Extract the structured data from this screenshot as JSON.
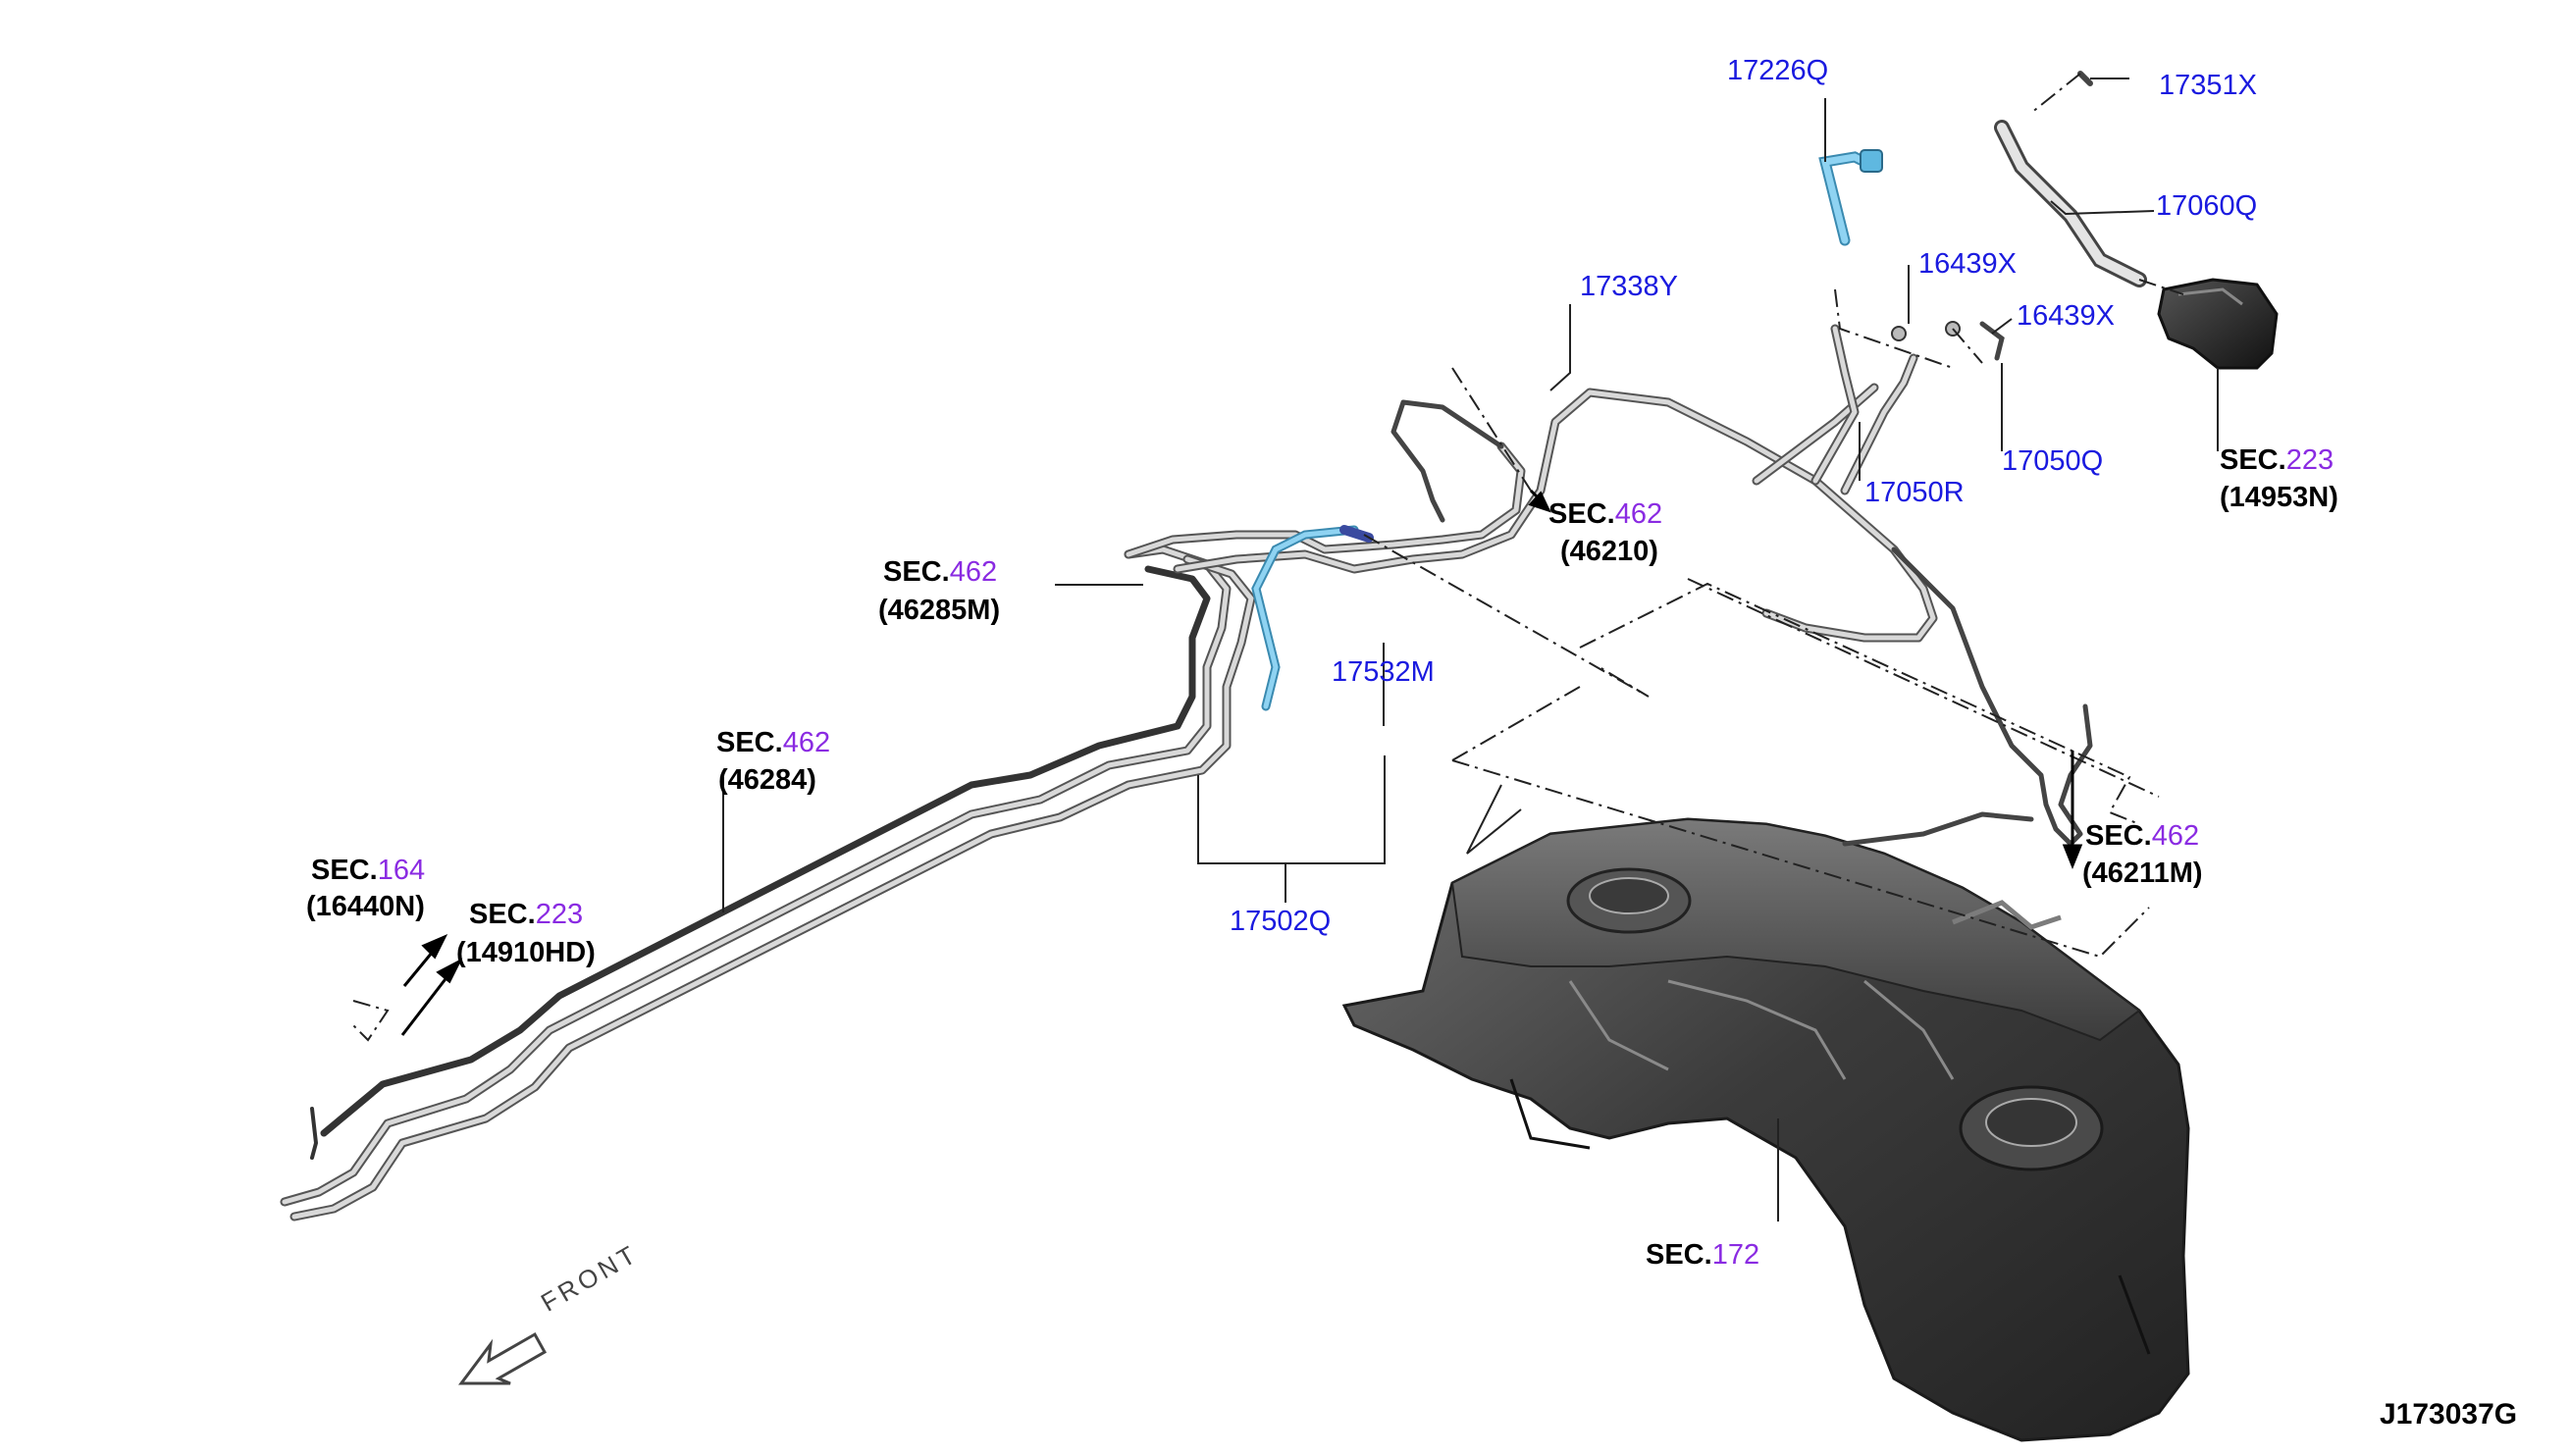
{
  "diagram_code": "J173037G",
  "front_label": "FRONT",
  "sec_prefix": "SEC.",
  "part_labels": {
    "p17226Q": "17226Q",
    "p17351X": "17351X",
    "p17060Q": "17060Q",
    "p16439X_a": "16439X",
    "p16439X_b": "16439X",
    "p17338Y": "17338Y",
    "p17050R": "17050R",
    "p17050Q": "17050Q",
    "p17532M": "17532M",
    "p17502Q": "17502Q"
  },
  "section_refs": {
    "s223_top": {
      "num": "223",
      "ref": "(14953N)"
    },
    "s462_46210": {
      "num": "462",
      "ref": "(46210)"
    },
    "s462_46285M": {
      "num": "462",
      "ref": "(46285M)"
    },
    "s462_46211M": {
      "num": "462",
      "ref": "(46211M)"
    },
    "s462_46284": {
      "num": "462",
      "ref": "(46284)"
    },
    "s164": {
      "num": "164",
      "ref": "(16440N)"
    },
    "s223_bottom": {
      "num": "223",
      "ref": "(14910HD)"
    },
    "s172": {
      "num": "172"
    }
  },
  "colors": {
    "part_number": "#1a1adf",
    "section_number": "#8a2be2",
    "hose_highlight": "#5fb8e0",
    "tank": "#3a3a3a"
  }
}
